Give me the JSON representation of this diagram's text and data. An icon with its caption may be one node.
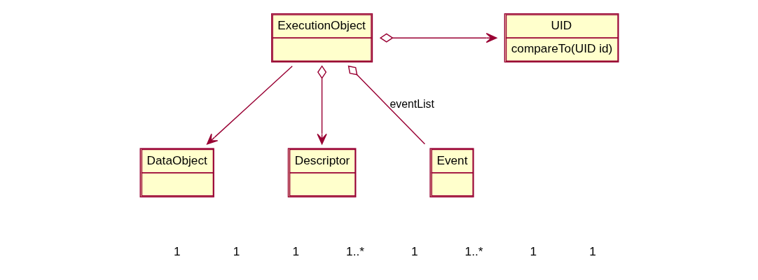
{
  "diagram": {
    "nodes": [
      {
        "text": [
          "UID",
          "compareTo(UID id)"
        ]
      },
      {
        "text": [
          "ExecutionObject"
        ]
      },
      {
        "text": [
          "DataObject"
        ]
      },
      {
        "text": [
          "Descriptor"
        ]
      },
      {
        "text": [
          "Event"
        ]
      }
    ],
    "edges": [
      {
        "from": 1,
        "to": 0,
        "arrow": "to"
      },
      {
        "from": 1,
        "to": 2,
        "arrow": "to"
      },
      {
        "from": 1,
        "to": 3,
        "arrow": "to"
      },
      {
        "from": 1,
        "to": 4,
        "arrow": "other",
        "label": "eventList"
      }
    ],
    "labels": [
      "1",
      "1",
      "1",
      "1..*",
      "1",
      "1..*",
      "1",
      "1"
    ]
  }
}
